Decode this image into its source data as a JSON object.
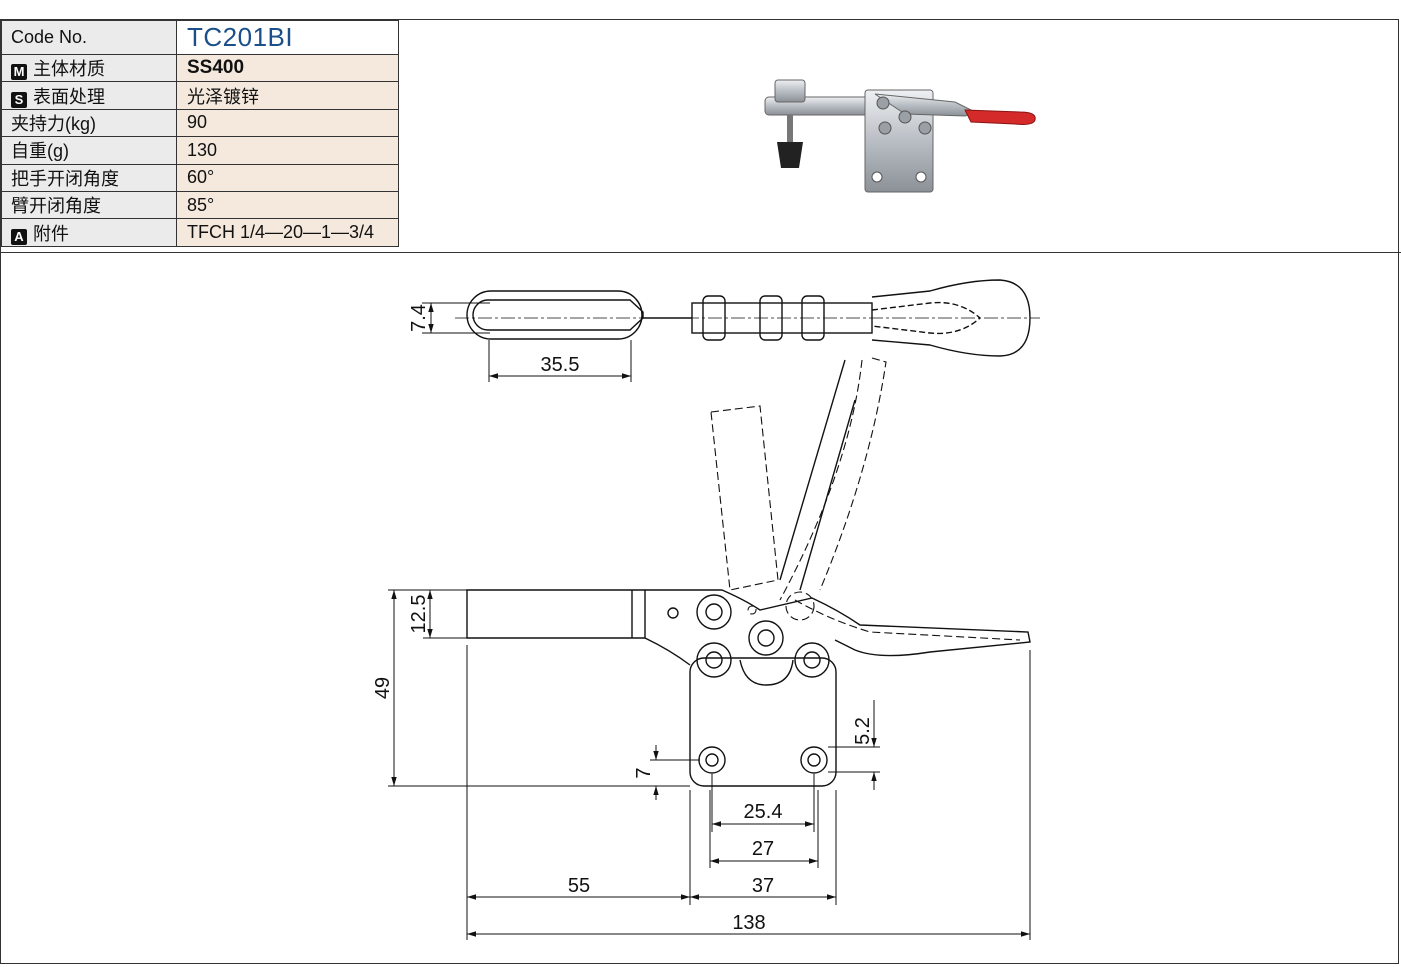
{
  "spec_table": {
    "code_label": "Code No.",
    "code_value": "TC201BI",
    "rows": [
      {
        "badge": "M",
        "label": "主体材质",
        "value": "SS400"
      },
      {
        "badge": "S",
        "label": "表面处理",
        "value": "光泽镀锌"
      },
      {
        "badge": "",
        "label": "夹持力(kg)",
        "value": "90"
      },
      {
        "badge": "",
        "label": "自重(g)",
        "value": "130"
      },
      {
        "badge": "",
        "label": "把手开闭角度",
        "value": "60°"
      },
      {
        "badge": "",
        "label": "臂开闭角度",
        "value": "85°"
      },
      {
        "badge": "A",
        "label": "附件",
        "value": "TFCH 1/4—20—1—3/4"
      }
    ]
  },
  "dimensions": {
    "top_width": "7.4",
    "top_slot": "35.5",
    "arm_height": "12.5",
    "total_height": "49",
    "hole_offset_v": "5.2",
    "hole_offset_b": "7",
    "hole_spacing": "25.4",
    "base_inner": "27",
    "arm_length": "55",
    "base_width": "37",
    "overall_length": "138"
  },
  "colors": {
    "handle_grip": "#d42a2a",
    "line": "#111111",
    "code_blue": "#1a4f8a"
  }
}
